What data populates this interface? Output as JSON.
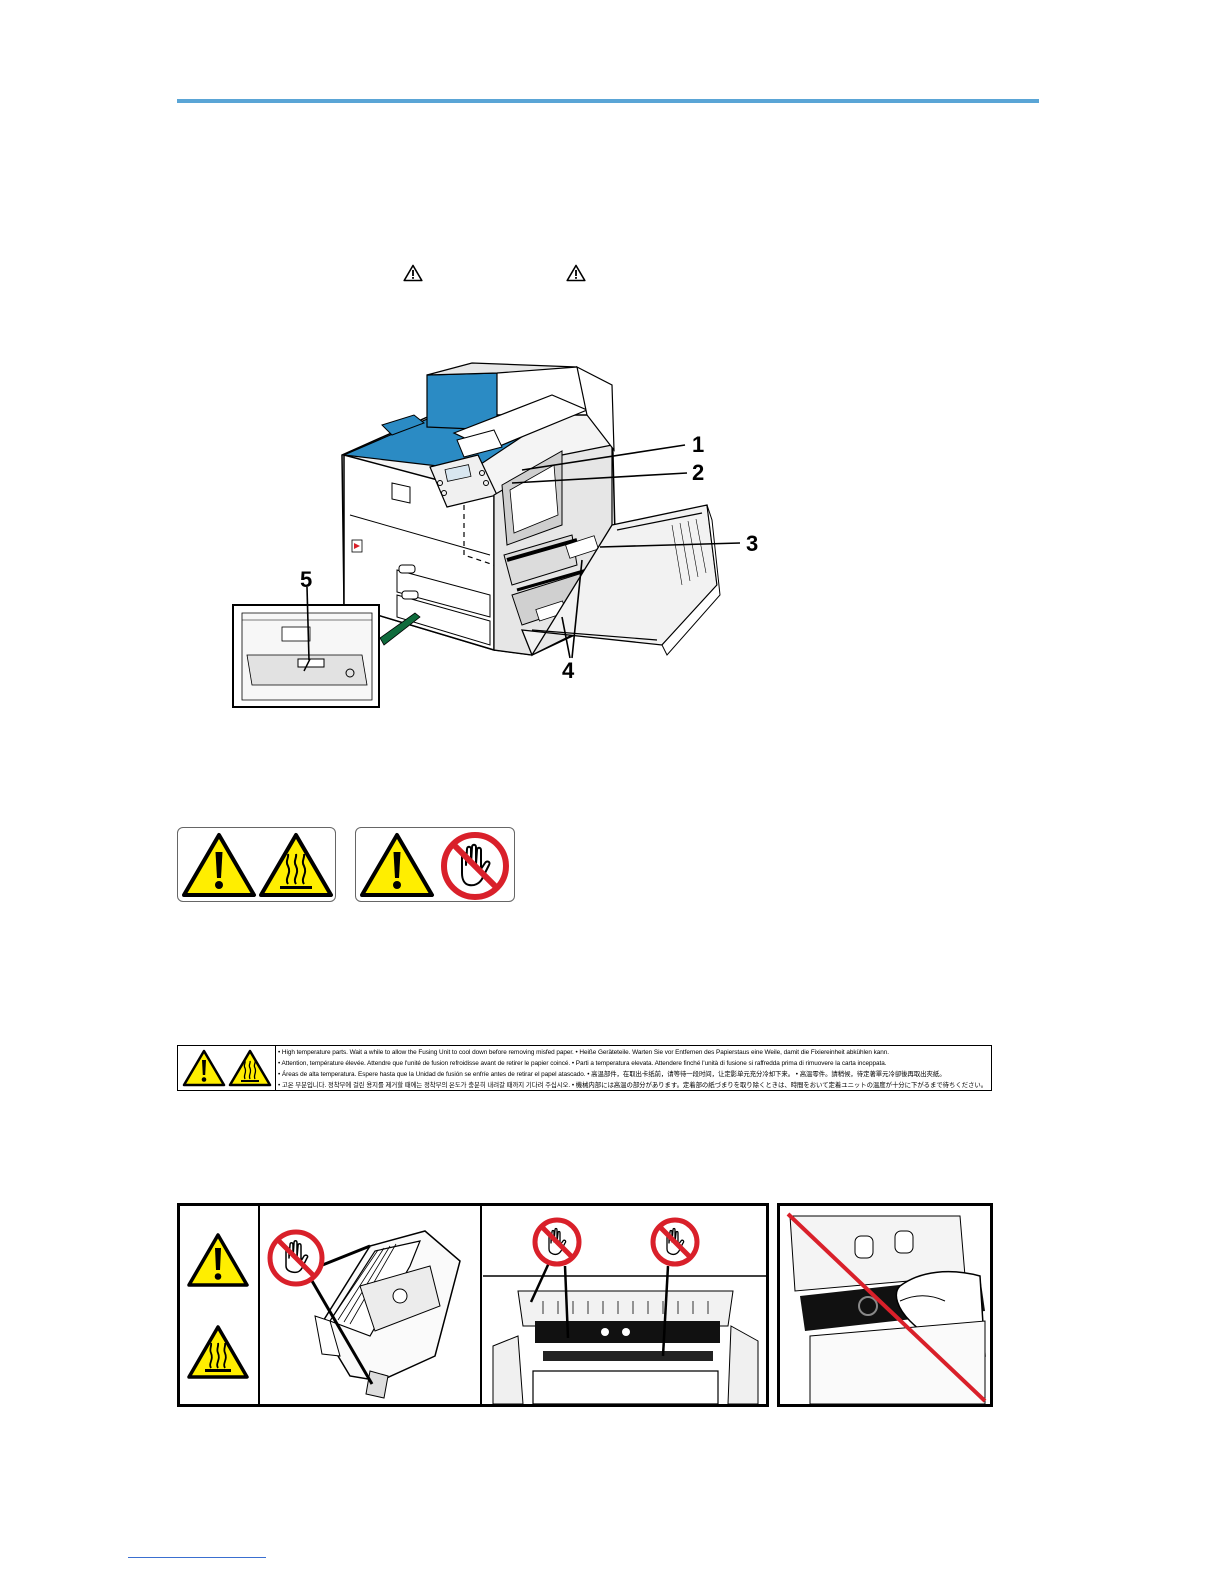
{
  "fusing_strip_text": [
    "• High temperature parts. Wait a while to allow the Fusing Unit to cool down before removing misfed paper.  • Heiße Geräteteile. Warten Sie vor Entfernen des Papierstaus eine Weile, damit die Fixiereinheit abkühlen kann.",
    "• Attention, température élevée. Attendre que l'unité de fusion refroidisse avant de retirer le papier coincé.  • Parti a temperatura elevata. Attendere finché l'unità di fusione si raffredda prima di rimuovere la carta inceppata.",
    "• Áreas de alta temperatura. Espere hasta que la Unidad de fusión se enfríe antes de retirar el papel atascado.  • 高温部件，在取出卡纸前，请等待一段时间，让定影单元充分冷却下来。 • 高溫零件。請稍候，待定著單元冷卻後再取出夾紙。",
    "• 고온 부분입니다. 정착부에 걸린 용지를 제거할 때에는 정착부의 온도가 충분히 내려갈 때까지 기다려 주십시오.  • 機械内部には高温の部分があります。定着部の紙づまりを取り除くときは、時間をおいて定着ユニットの温度が十分に下がるまで待ちください。"
  ],
  "callouts": [
    "1",
    "2",
    "3",
    "4",
    "5"
  ],
  "colors": {
    "rule": "#5aa5d6",
    "warning_yellow": "#ffee00",
    "prohibition_red": "#d9202a",
    "printer_blue": "#2b8bc4"
  },
  "icons": [
    "warning-triangle-icon",
    "hot-surface-icon",
    "no-touch-hand-icon"
  ]
}
